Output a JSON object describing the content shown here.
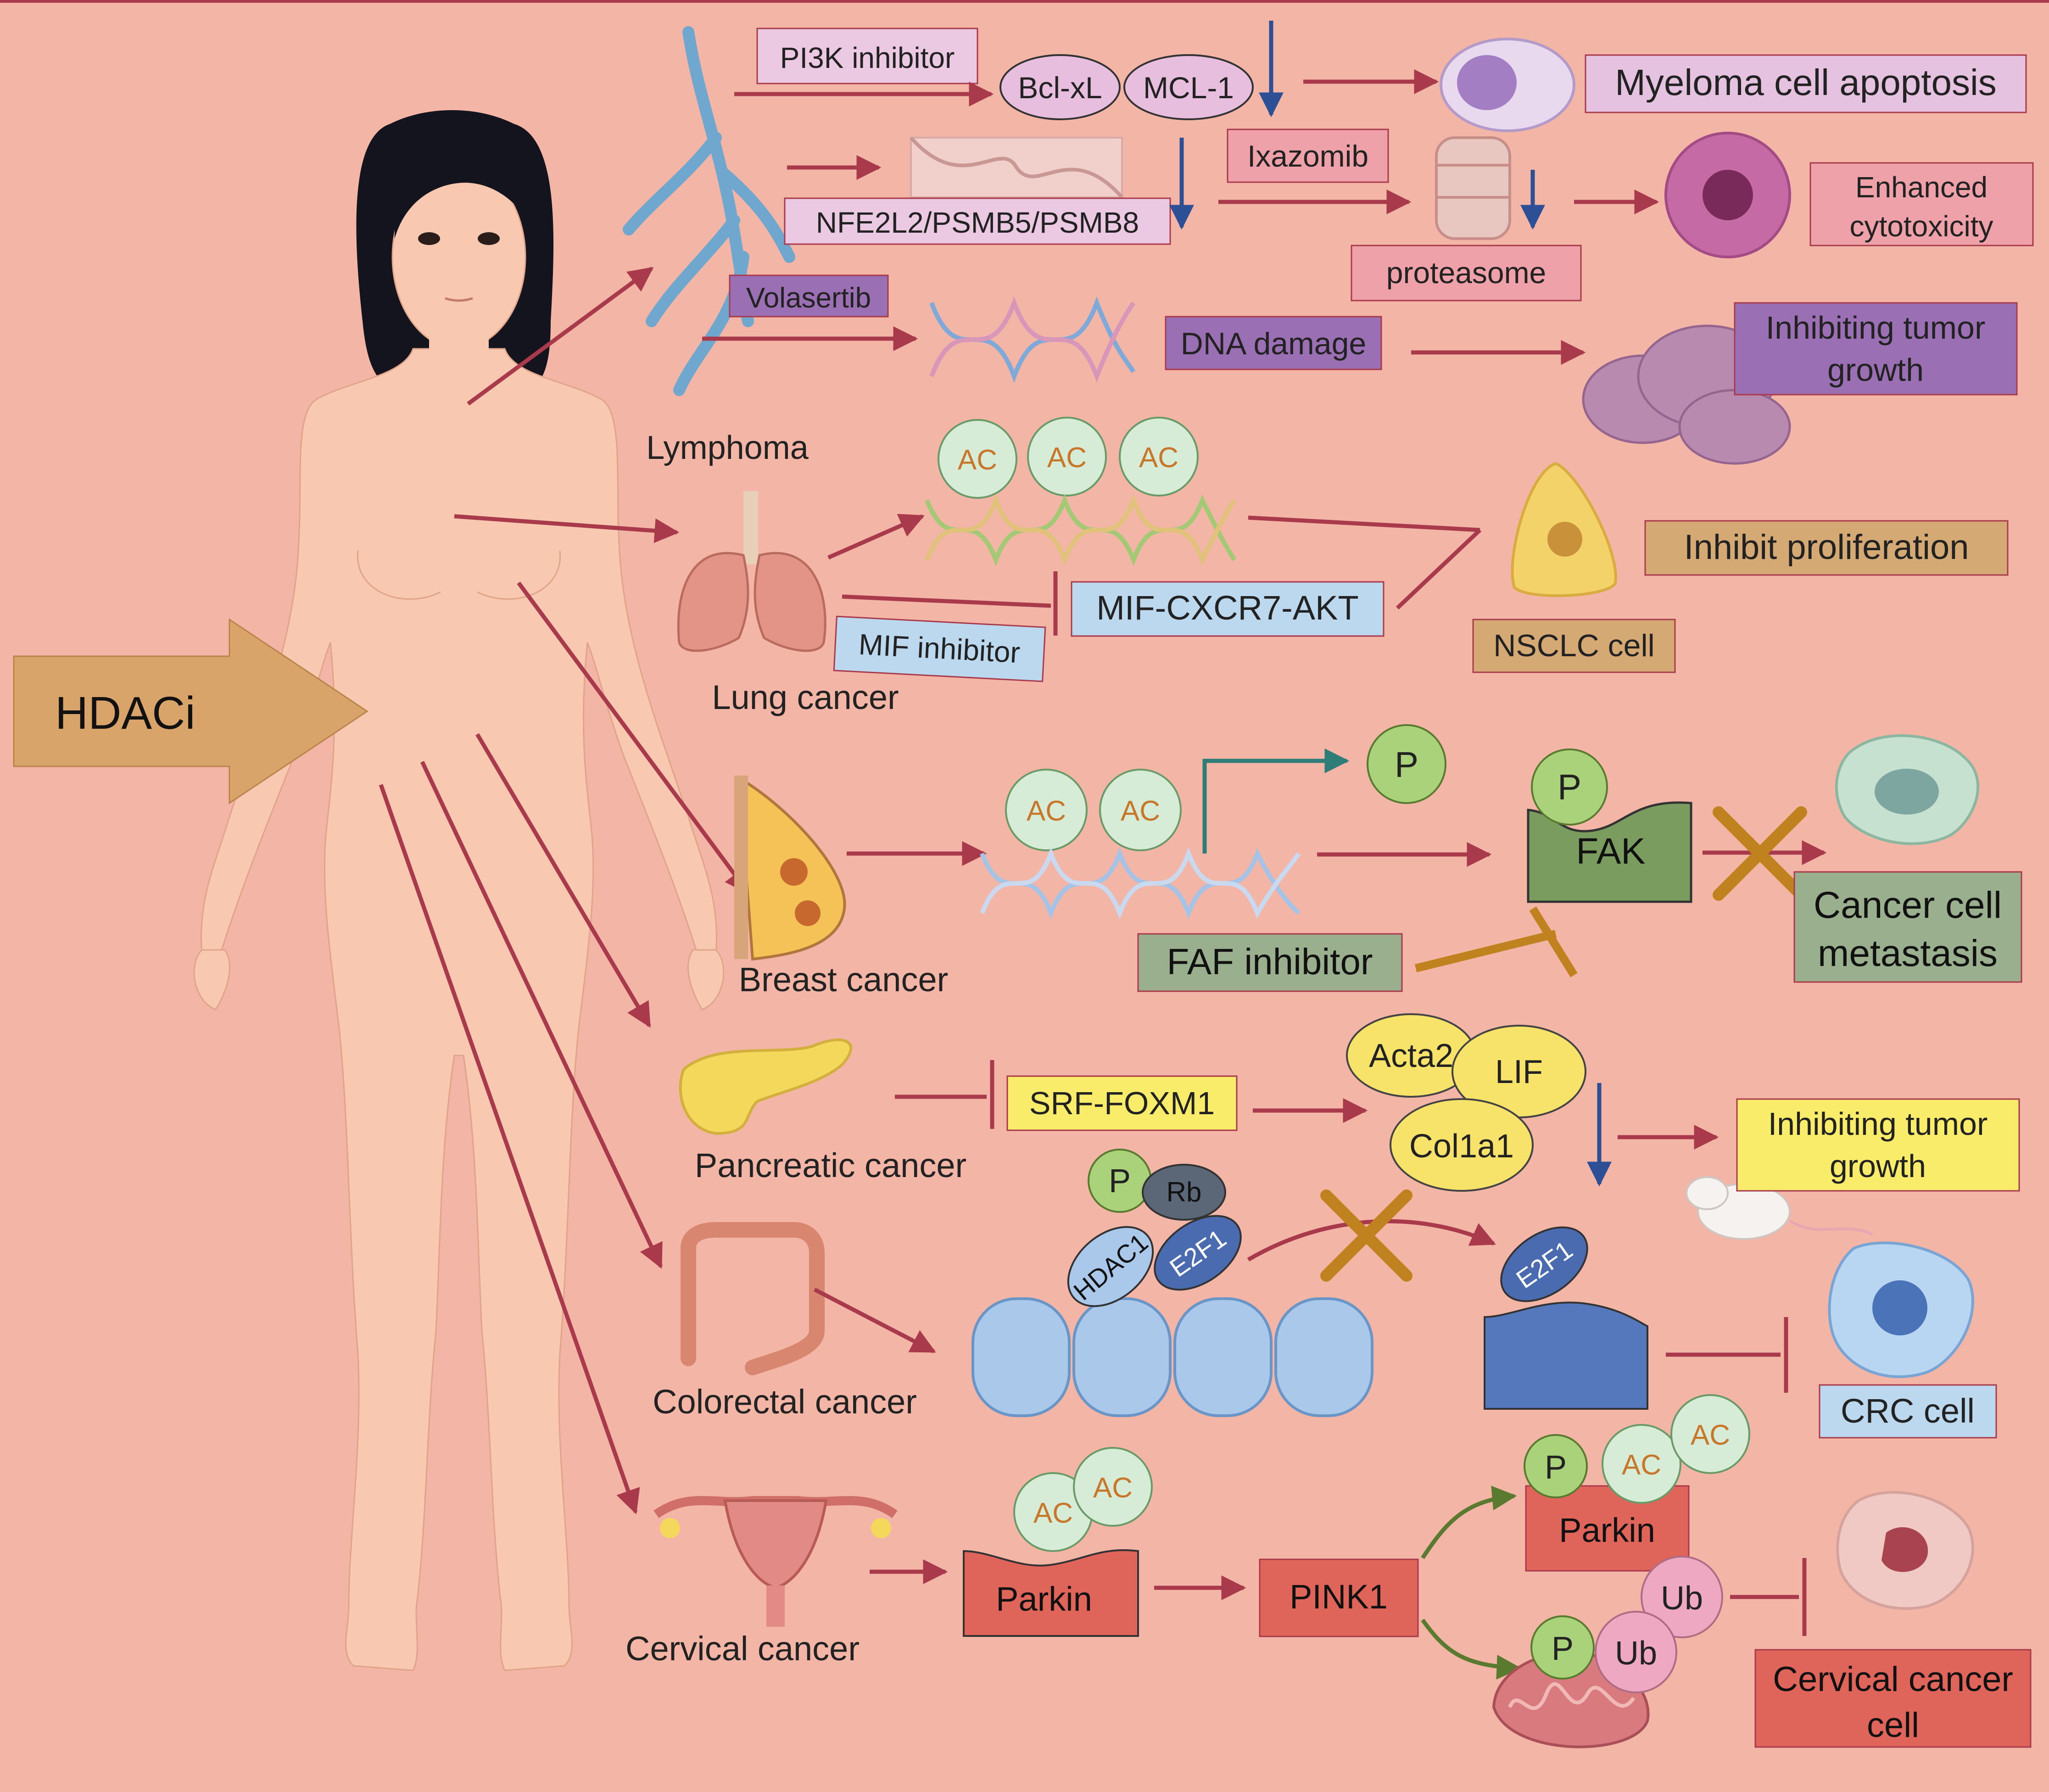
{
  "colors": {
    "background": "#f3b5a6",
    "arrow": "#a83a4c",
    "blue_arrow": "#2c4f96",
    "gold_inhibit": "#c0821e",
    "green_arrow": "#5a7a30",
    "teal_arrow": "#2e7d78"
  },
  "hdaci": {
    "label": "HDACi"
  },
  "lymphoma": {
    "title": "Lymphoma",
    "pi3k": "PI3K inhibitor",
    "bclxl": "Bcl-xL",
    "mcl1": "MCL-1",
    "myeloma": "Myeloma cell apoptosis",
    "nfe": "NFE2L2/PSMB5/PSMB8",
    "ixazomib": "Ixazomib",
    "proteasome": "proteasome",
    "cytotox": [
      "Enhanced",
      "cytotoxicity"
    ],
    "volasertib": "Volasertib",
    "dna_damage": "DNA damage",
    "tumor": [
      "Inhibiting tumor",
      "growth"
    ]
  },
  "lung": {
    "title": "Lung cancer",
    "ac": [
      "AC",
      "AC",
      "AC"
    ],
    "mif_axis": "MIF-CXCR7-AKT",
    "mif_inhibitor": "MIF inhibitor",
    "nsclc": "NSCLC cell",
    "inhibit": "Inhibit proliferation"
  },
  "breast": {
    "title": "Breast cancer",
    "ac": [
      "AC",
      "AC"
    ],
    "p": "P",
    "fak_p": "P",
    "fak": "FAK",
    "faf": "FAF inhibitor",
    "metastasis": [
      "Cancer cell",
      "metastasis"
    ]
  },
  "pancreatic": {
    "title": "Pancreatic cancer",
    "srf": "SRF-FOXM1",
    "acta2": "Acta2",
    "lif": "LIF",
    "col": "Col1a1",
    "tumor": [
      "Inhibiting tumor",
      "growth"
    ]
  },
  "colorectal": {
    "title": "Colorectal cancer",
    "p": "P",
    "rb": "Rb",
    "hdac1": "HDAC1",
    "e2f1_bound": "E2F1",
    "e2f1_free": "E2F1",
    "crc": "CRC cell"
  },
  "cervical": {
    "title": "Cervical cancer",
    "ac": [
      "AC",
      "AC"
    ],
    "parkin": "Parkin",
    "pink1": "PINK1",
    "parkin2": "Parkin",
    "p2": "P",
    "ac2": [
      "AC",
      "AC"
    ],
    "ub": "Ub",
    "p3": "P",
    "ub2": "Ub",
    "cell": [
      "Cervical cancer",
      "cell"
    ]
  }
}
